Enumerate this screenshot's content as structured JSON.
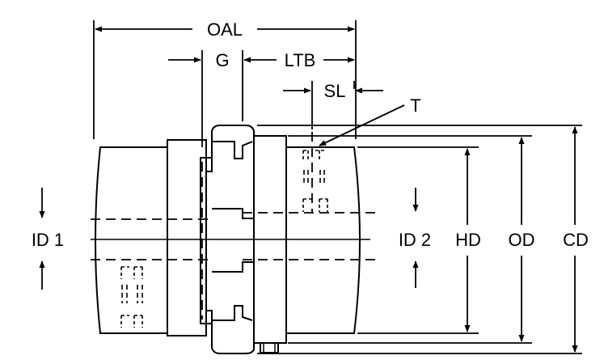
{
  "labels": {
    "oal": "OAL",
    "g": "G",
    "ltb": "LTB",
    "sl": "SL",
    "t": "T",
    "id1": "ID 1",
    "id2": "ID 2",
    "hd": "HD",
    "od": "OD",
    "cd": "CD"
  },
  "colors": {
    "line": "#000000",
    "background": "#ffffff"
  }
}
